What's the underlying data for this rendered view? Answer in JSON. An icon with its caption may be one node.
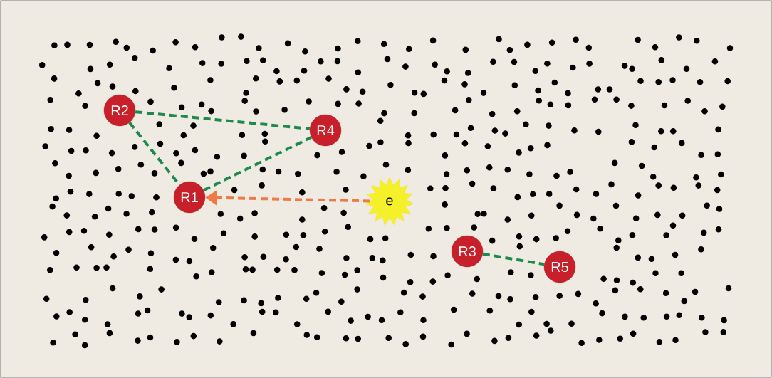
{
  "diagram": {
    "nodes": [
      {
        "text": [
          "R2"
        ]
      },
      {
        "text": [
          "R4"
        ]
      },
      {
        "text": [
          "R1"
        ]
      },
      {
        "text": [
          "e"
        ]
      },
      {
        "text": [
          "R3"
        ]
      },
      {
        "text": [
          "R5"
        ]
      }
    ],
    "edges": [
      {
        "from": 0,
        "to": 1,
        "arrow": "none",
        "style": "dashed"
      },
      {
        "from": 0,
        "to": 2,
        "arrow": "none",
        "style": "dashed"
      },
      {
        "from": 2,
        "to": 1,
        "arrow": "none",
        "style": "dashed"
      },
      {
        "from": 3,
        "to": 2,
        "arrow": "to",
        "style": "dashed",
        "color": "#f07a45"
      },
      {
        "from": 4,
        "to": 5,
        "arrow": "none",
        "style": "dashed"
      }
    ]
  }
}
